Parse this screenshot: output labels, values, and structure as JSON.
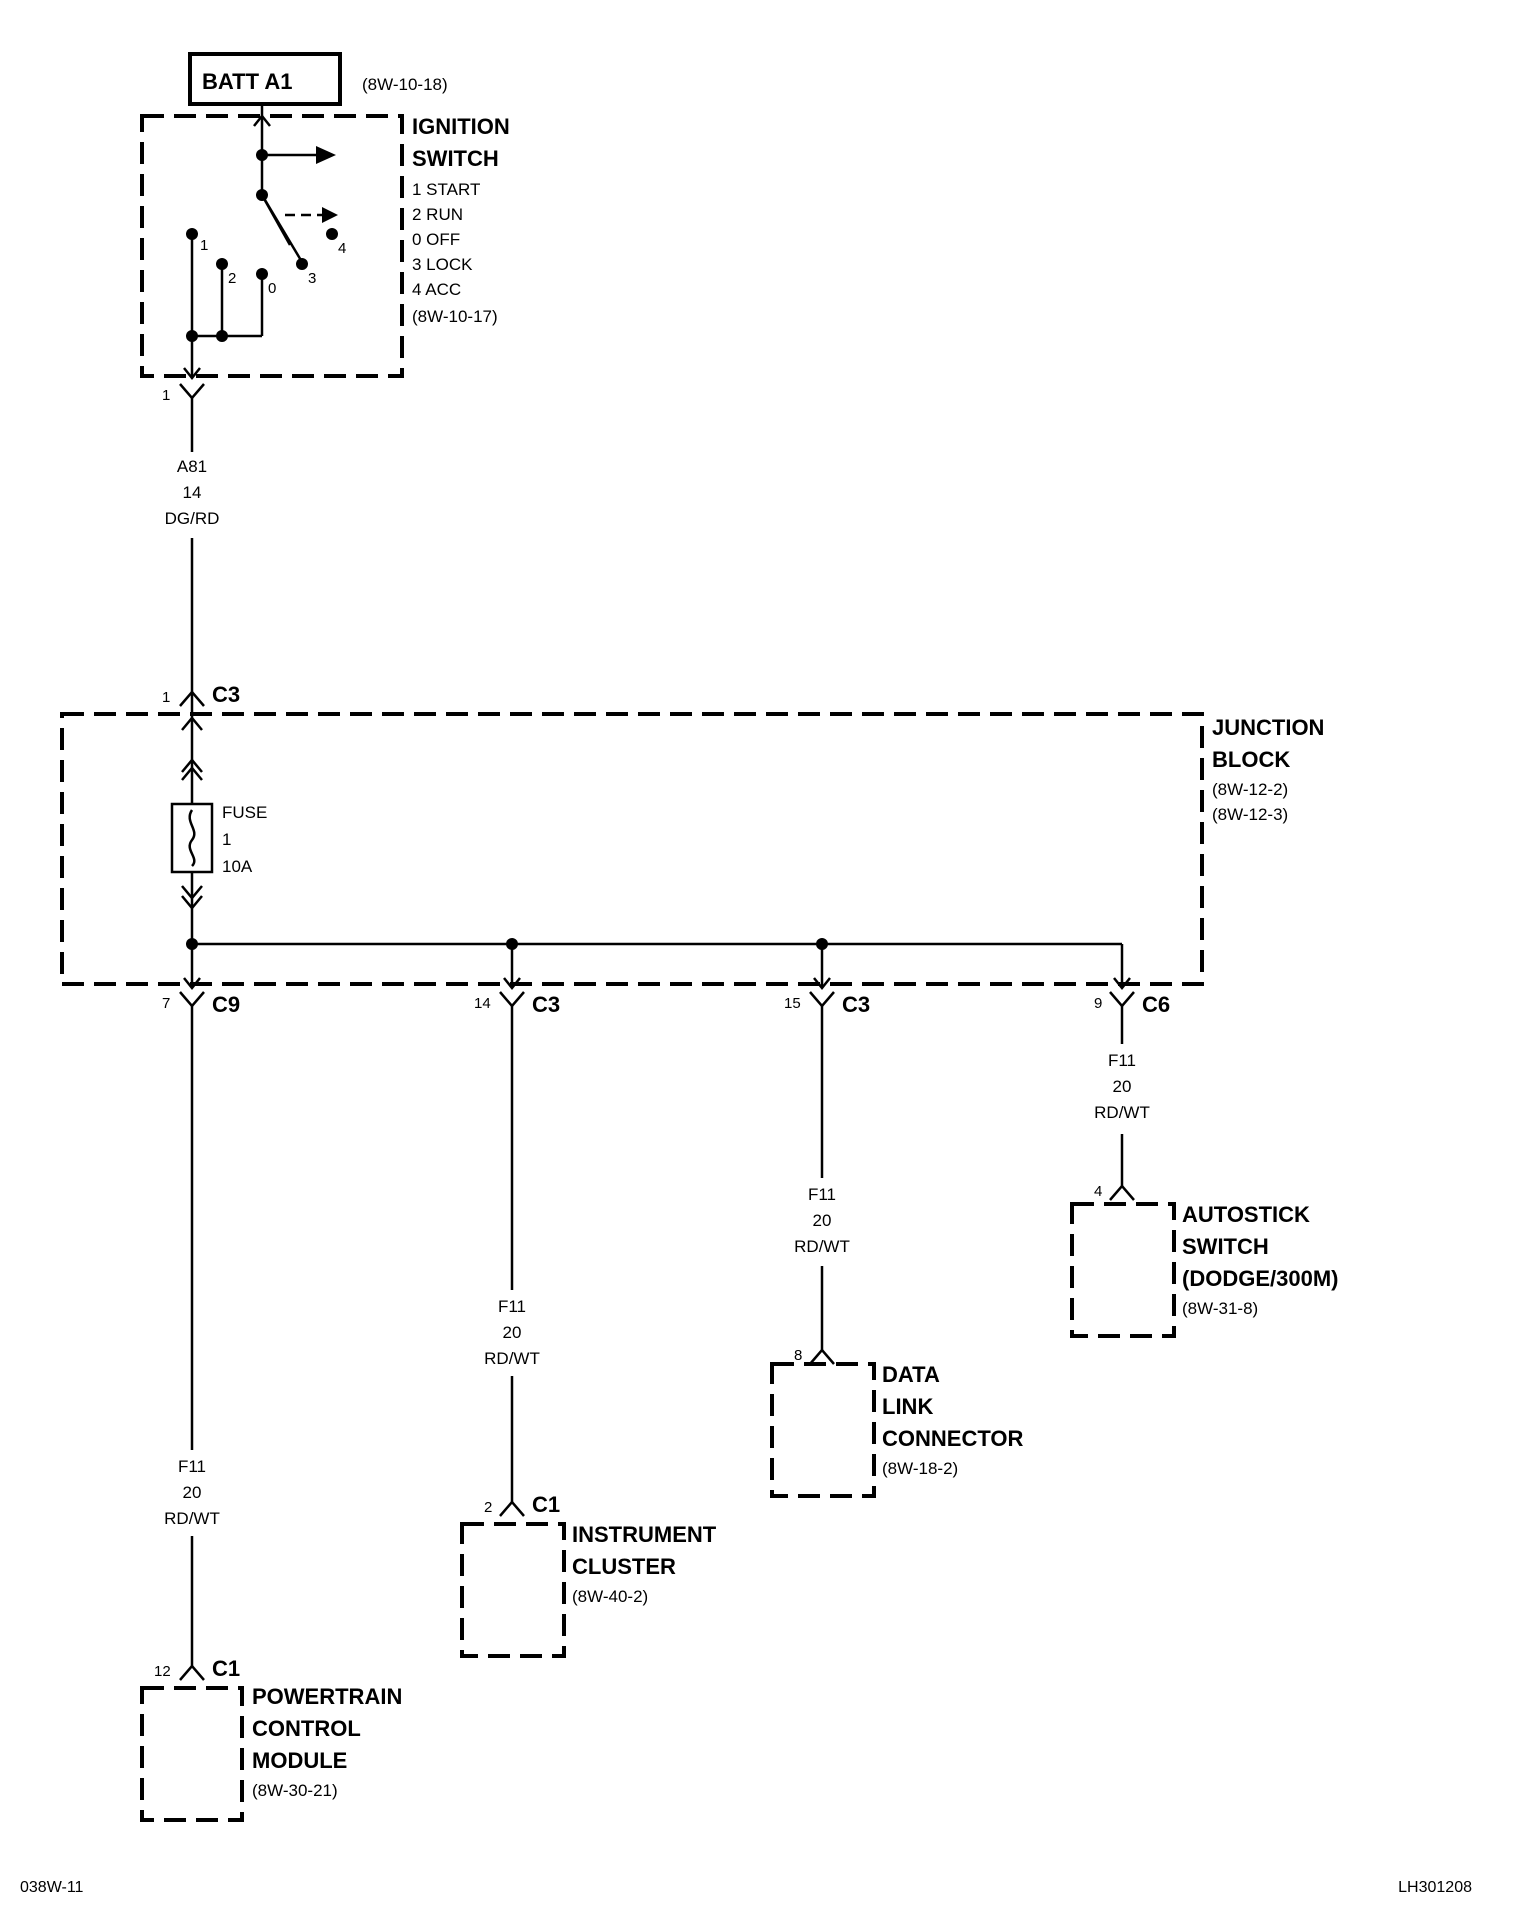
{
  "battery": {
    "label": "BATT A1",
    "ref": "(8W-10-18)"
  },
  "ignition_switch": {
    "name_line1": "IGNITION",
    "name_line2": "SWITCH",
    "positions": [
      "1 START",
      "2 RUN",
      "0 OFF",
      "3 LOCK",
      "4 ACC"
    ],
    "ref": "(8W-10-17)",
    "contacts": [
      "1",
      "2",
      "0",
      "3",
      "4"
    ],
    "output_pin": "1"
  },
  "wire_a81": {
    "circuit": "A81",
    "gauge": "14",
    "color": "DG/RD"
  },
  "junction_block": {
    "name_line1": "JUNCTION",
    "name_line2": "BLOCK",
    "refs": [
      "(8W-12-2)",
      "(8W-12-3)"
    ],
    "input": {
      "pin": "1",
      "connector": "C3"
    },
    "fuse": {
      "label": "FUSE",
      "number": "1",
      "rating": "10A"
    },
    "outputs": [
      {
        "pin": "7",
        "connector": "C9"
      },
      {
        "pin": "14",
        "connector": "C3"
      },
      {
        "pin": "15",
        "connector": "C3"
      },
      {
        "pin": "9",
        "connector": "C6"
      }
    ]
  },
  "wires_f11": [
    {
      "circuit": "F11",
      "gauge": "20",
      "color": "RD/WT"
    },
    {
      "circuit": "F11",
      "gauge": "20",
      "color": "RD/WT"
    },
    {
      "circuit": "F11",
      "gauge": "20",
      "color": "RD/WT"
    },
    {
      "circuit": "F11",
      "gauge": "20",
      "color": "RD/WT"
    }
  ],
  "components": {
    "pcm": {
      "pin": "12",
      "connector": "C1",
      "name": [
        "POWERTRAIN",
        "CONTROL",
        "MODULE"
      ],
      "ref": "(8W-30-21)"
    },
    "cluster": {
      "pin": "2",
      "connector": "C1",
      "name": [
        "INSTRUMENT",
        "CLUSTER"
      ],
      "ref": "(8W-40-2)"
    },
    "dlc": {
      "pin": "8",
      "name": [
        "DATA",
        "LINK",
        "CONNECTOR"
      ],
      "ref": "(8W-18-2)"
    },
    "autostick": {
      "pin": "4",
      "name": [
        "AUTOSTICK",
        "SWITCH",
        "(DODGE/300M)"
      ],
      "ref": "(8W-31-8)"
    }
  },
  "footer": {
    "left": "038W-11",
    "right": "LH301208"
  }
}
